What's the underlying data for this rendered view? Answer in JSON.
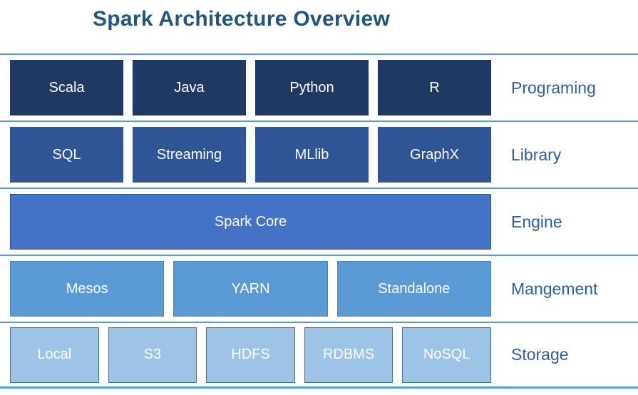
{
  "title": "Spark Architecture Overview",
  "colors": {
    "title_text": "#1F5582",
    "label_text": "#2E5E9E",
    "divider_line": "#5B9BD5",
    "row_programming_box": "#1F3864",
    "row_library_box": "#2F5597",
    "row_engine_box": "#4472C4",
    "row_management_box": "#5B9BD5",
    "row_storage_box": "#9DC3E6",
    "row_storage_border": "#41719C",
    "box_text": "#FFFFFF"
  },
  "rows": [
    {
      "label": "Programing",
      "boxes": [
        "Scala",
        "Java",
        "Python",
        "R"
      ]
    },
    {
      "label": "Library",
      "boxes": [
        "SQL",
        "Streaming",
        "MLlib",
        "GraphX"
      ]
    },
    {
      "label": "Engine",
      "boxes": [
        "Spark Core"
      ]
    },
    {
      "label": "Mangement",
      "boxes": [
        "Mesos",
        "YARN",
        "Standalone"
      ]
    },
    {
      "label": "Storage",
      "boxes": [
        "Local",
        "S3",
        "HDFS",
        "RDBMS",
        "NoSQL"
      ]
    }
  ]
}
